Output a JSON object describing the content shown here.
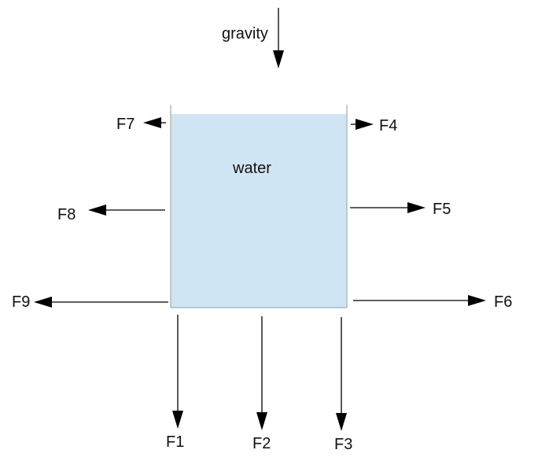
{
  "labels": {
    "gravity": "gravity",
    "water": "water",
    "f1": "F1",
    "f2": "F2",
    "f3": "F3",
    "f4": "F4",
    "f5": "F5",
    "f6": "F6",
    "f7": "F7",
    "f8": "F8",
    "f9": "F9"
  },
  "colors": {
    "water_fill": "#d0e5f4",
    "container_wall": "#aaaaaa",
    "arrow": "#000000",
    "text": "#111111"
  },
  "icons": {
    "force_arrow": "arrow-icon"
  }
}
